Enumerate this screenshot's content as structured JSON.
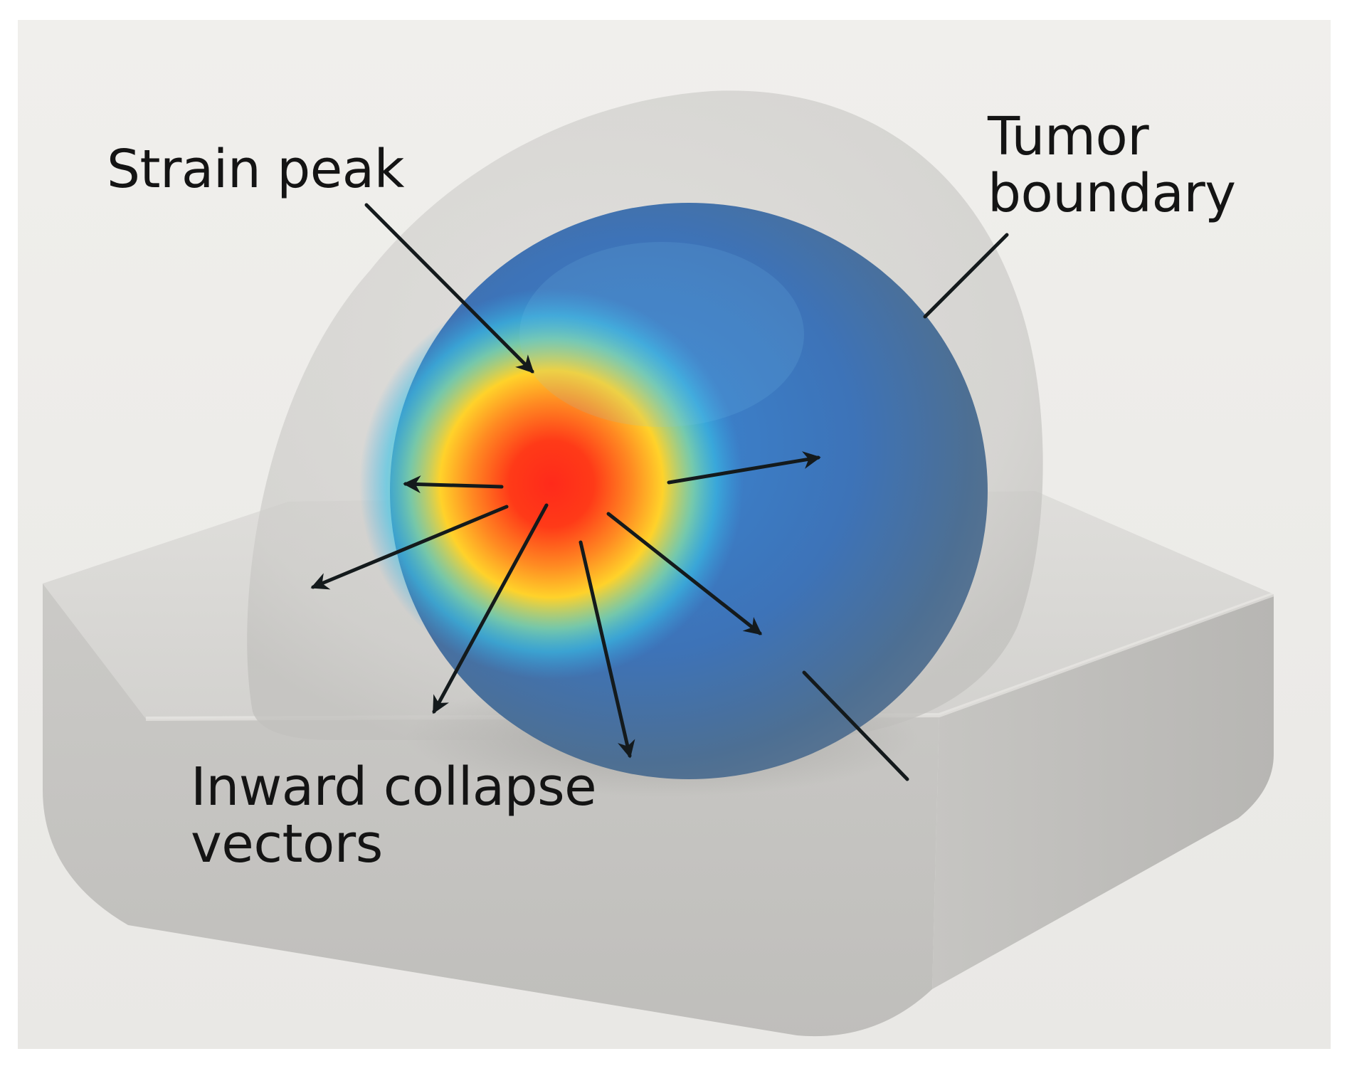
{
  "labels": {
    "strain_peak": "Strain peak",
    "tumor_boundary_line1": "Tumor",
    "tumor_boundary_line2": "boundary",
    "inward_collapse_line1": "Inward collapse",
    "inward_collapse_line2": "vectors"
  },
  "colors": {
    "background": "#f0efec",
    "frame": "#ffffff",
    "gel": "#d9d8d5",
    "outer_shell": "#cfcecb",
    "sphere_blue": "#3d73b8",
    "strain_hot": "#ff2a1a",
    "strain_warm": "#ffd22a",
    "strain_cool": "#38c2e6",
    "arrow": "#141a1c",
    "text": "#141414"
  }
}
